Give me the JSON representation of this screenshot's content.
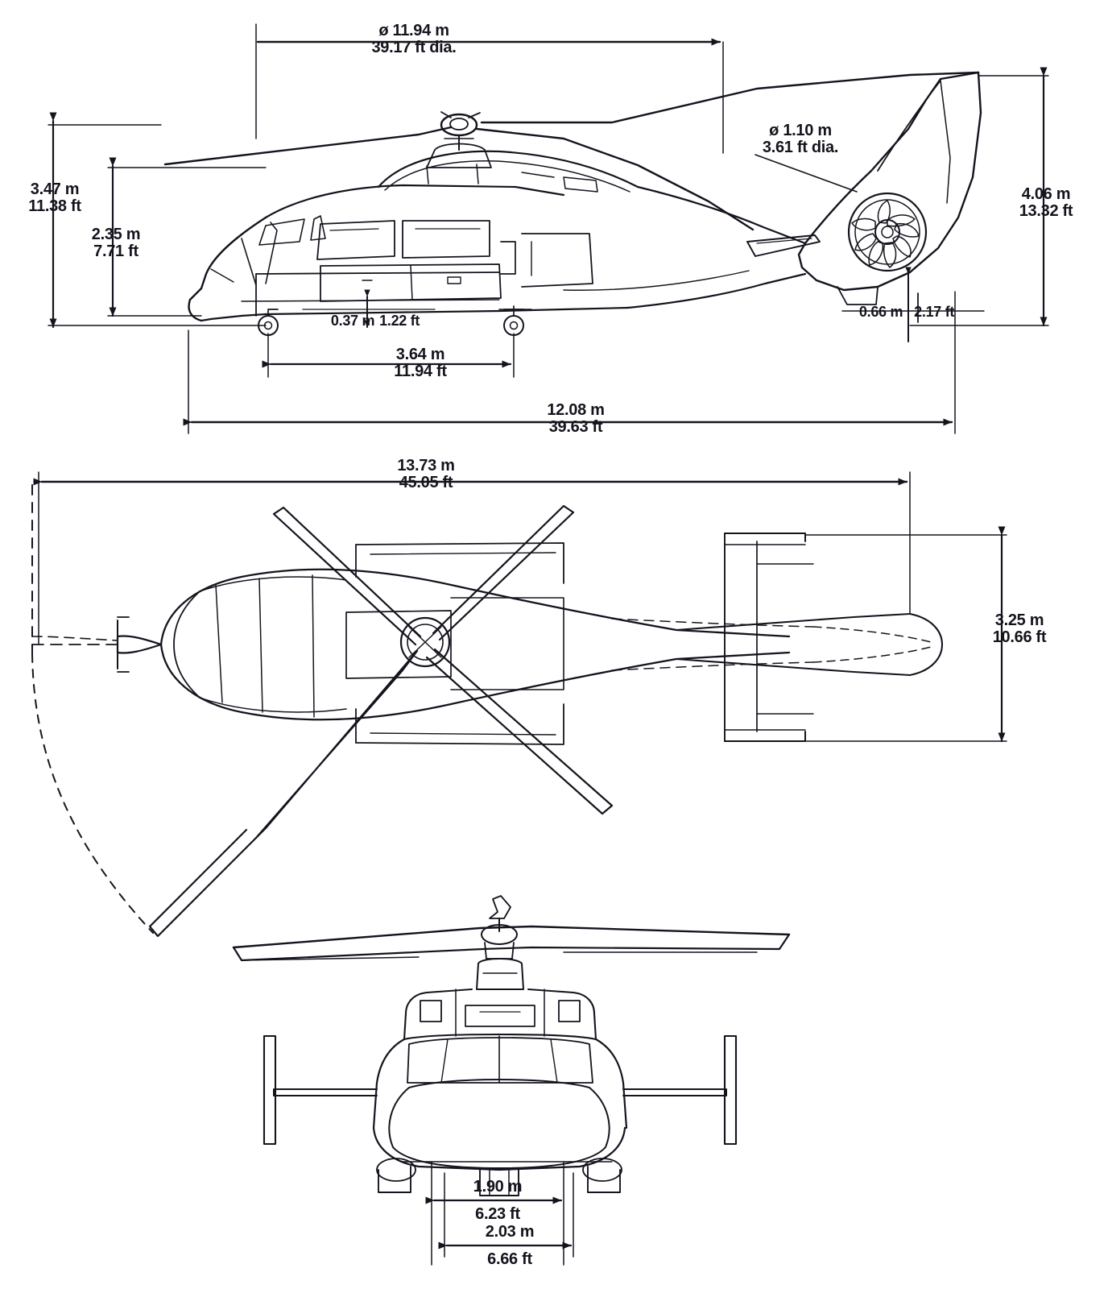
{
  "document": {
    "type": "three-view-dimensioned-drawing",
    "subject": "helicopter-general-arrangement",
    "views": [
      "side-elevation",
      "plan-view",
      "front-elevation"
    ]
  },
  "side_view": {
    "name": "side-elevation",
    "dimensions": {
      "main_rotor_diameter": {
        "metric": "ø 11.94 m",
        "imperial": "39.17 ft dia."
      },
      "overall_height_rotor": {
        "metric": "3.47 m",
        "imperial": "11.38 ft"
      },
      "fuselage_height": {
        "metric": "2.35 m",
        "imperial": "7.71 ft"
      },
      "tail_rotor_diameter": {
        "metric": "ø 1.10 m",
        "imperial": "3.61 ft dia."
      },
      "tail_height": {
        "metric": "4.06 m",
        "imperial": "13.32 ft"
      },
      "ground_clearance": {
        "metric": "0.37 m",
        "imperial": "1.22 ft"
      },
      "wheelbase": {
        "metric": "3.64 m",
        "imperial": "11.94 ft"
      },
      "fuselage_length": {
        "metric": "12.08 m",
        "imperial": "39.63 ft"
      },
      "tail_rotor_clearance": {
        "metric": "0.66 m",
        "imperial": "2.17 ft"
      }
    }
  },
  "plan_view": {
    "name": "plan-view",
    "dimensions": {
      "overall_length": {
        "metric": "13.73 m",
        "imperial": "45.05 ft"
      },
      "stabilizer_span": {
        "metric": "3.25 m",
        "imperial": "10.66 ft"
      }
    }
  },
  "front_view": {
    "name": "front-elevation",
    "dimensions": {
      "wheel_track": {
        "metric": "1.90 m",
        "imperial": "6.23 ft"
      },
      "overall_width": {
        "metric": "2.03 m",
        "imperial": "6.66 ft"
      }
    }
  },
  "style": {
    "line_color": "#14141e",
    "background": "#ffffff"
  }
}
